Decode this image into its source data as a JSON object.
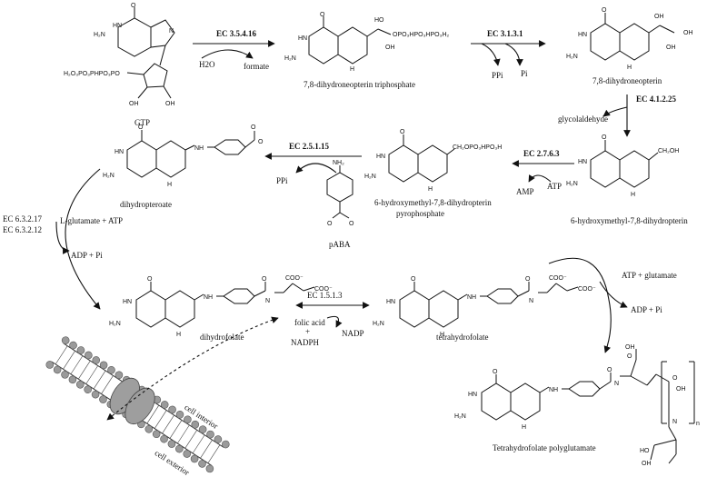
{
  "compounds": {
    "gtp": "GTP",
    "dhnp_tp": "7,8-dihydroneopterin triphosphate",
    "dhnp": "7,8-dihydroneopterin",
    "hmdp": "6-hydroxymethyl-7,8-dihydropterin",
    "hmdp_pp_1": "6-hydroxymethyl-7,8-dihydropterin",
    "hmdp_pp_2": "pyrophosphate",
    "dhp": "dihydropteroate",
    "paba": "pABA",
    "dhf": "dihydrofolate",
    "thf": "tetrahydrofolate",
    "thf_pg": "Tetrahydrofolate polyglutamate"
  },
  "enzymes": {
    "e1": "EC 3.5.4.16",
    "e2": "EC 3.1.3.1",
    "e3": "EC 4.1.2.25",
    "e4": "EC 2.7.6.3",
    "e5": "EC 2.5.1.15",
    "e6a": "EC 6.3.2.17",
    "e6b": "EC 6.3.2.12",
    "e7": "EC 1.5.1.3"
  },
  "cofactors": {
    "h2o": "H2O",
    "formate": "formate",
    "ppi1": "PPi",
    "pi1": "Pi",
    "glycol": "glycolaldehyde",
    "atp": "ATP",
    "amp": "AMP",
    "ppi2": "PPi",
    "glu_atp": "L-glutamate + ATP",
    "adp_pi1": "ADP + Pi",
    "folic1": "folic acid",
    "folic_plus": "+",
    "nadph": "NADPH",
    "nadp": "NADP",
    "atp_glu": "ATP + glutamate",
    "adp_pi2": "ADP + Pi"
  },
  "membrane": {
    "interior": "cell interior",
    "exterior": "cell exterior"
  },
  "atoms": {
    "o": "O",
    "oh": "OH",
    "ho": "HO",
    "hn": "HN",
    "nh": "NH",
    "n": "N",
    "h": "H",
    "h2n": "H₂N",
    "nh2": "NH₂",
    "coo": "COO⁻",
    "ch2oh": "CH₂OH",
    "tp": "OPO₃HPO₃HPO₃H₂",
    "ch2opp": "CH₂OPO₃HPO₃H",
    "gtp_tp": "H₂O₃PO₃PHPO₃PO",
    "n_sub": "n"
  }
}
